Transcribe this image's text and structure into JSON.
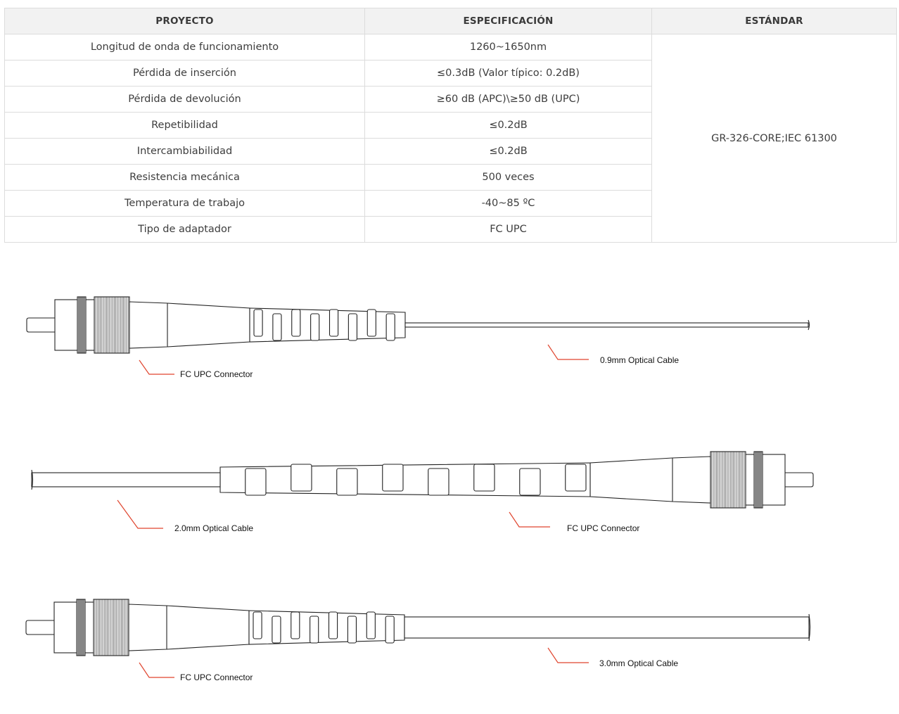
{
  "table": {
    "headers": [
      "PROYECTO",
      "ESPECIFICACIÓN",
      "ESTÁNDAR"
    ],
    "rows": [
      {
        "project": "Longitud de onda de funcionamiento",
        "spec": "1260~1650nm"
      },
      {
        "project": "Pérdida de inserción",
        "spec": "≤0.3dB (Valor típico: 0.2dB)"
      },
      {
        "project": "Pérdida de devolución",
        "spec": "≥60 dB (APC)\\≥50 dB (UPC)"
      },
      {
        "project": "Repetibilidad",
        "spec": "≤0.2dB"
      },
      {
        "project": "Intercambiabilidad",
        "spec": "≤0.2dB"
      },
      {
        "project": "Resistencia mecánica",
        "spec": "500 veces"
      },
      {
        "project": "Temperatura de trabajo",
        "spec": "-40~85 ºC"
      },
      {
        "project": "Tipo de adaptador",
        "spec": "FC UPC"
      }
    ],
    "standard": "GR-326-CORE;IEC 61300"
  },
  "diagram": {
    "labels": {
      "connector_1": "FC UPC Connector",
      "cable_1": "0.9mm Optical Cable",
      "cable_2": "2.0mm Optical Cable",
      "connector_2": "FC UPC Connector",
      "connector_3": "FC UPC Connector",
      "cable_3": "3.0mm Optical Cable"
    },
    "leader_color": "#e0452e"
  }
}
